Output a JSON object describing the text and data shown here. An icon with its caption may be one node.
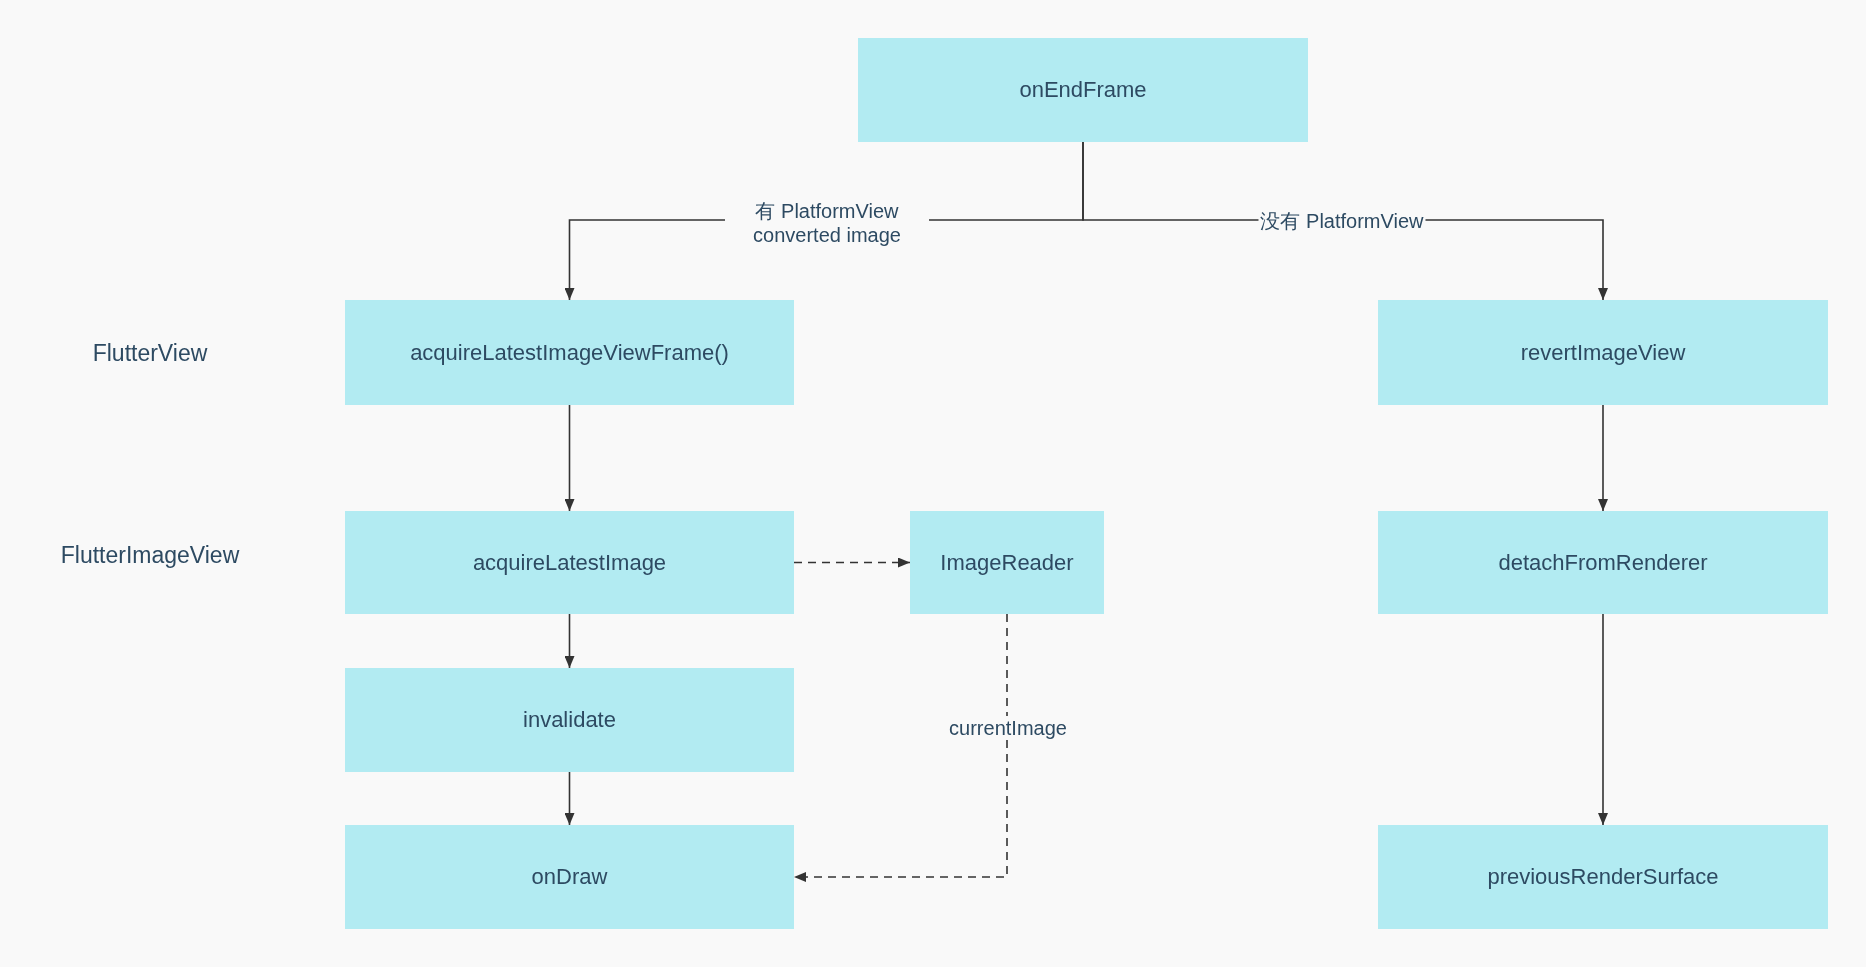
{
  "diagram": {
    "nodes": [
      {
        "text": [
          "onEndFrame"
        ]
      },
      {
        "text": [
          "acquireLatestImageViewFrame()"
        ]
      },
      {
        "text": [
          "revertImageView"
        ]
      },
      {
        "text": [
          "acquireLatestImage"
        ]
      },
      {
        "text": [
          "ImageReader"
        ]
      },
      {
        "text": [
          "detachFromRenderer"
        ]
      },
      {
        "text": [
          "invalidate"
        ]
      },
      {
        "text": [
          "onDraw"
        ]
      },
      {
        "text": [
          "previousRenderSurface"
        ]
      }
    ],
    "edges": [
      {
        "from": 0,
        "to": 1,
        "arrow": "to",
        "label": "有 PlatformView converted image"
      },
      {
        "from": 0,
        "to": 2,
        "arrow": "to",
        "label": "没有 PlatformView"
      },
      {
        "from": 1,
        "to": 3,
        "arrow": "to"
      },
      {
        "from": 2,
        "to": 5,
        "arrow": "to"
      },
      {
        "from": 3,
        "to": 4,
        "arrow": "to",
        "style": "dashed"
      },
      {
        "from": 3,
        "to": 6,
        "arrow": "to"
      },
      {
        "from": 6,
        "to": 7,
        "arrow": "to"
      },
      {
        "from": 4,
        "to": 7,
        "arrow": "to",
        "style": "dashed",
        "label": "currentImage"
      },
      {
        "from": 5,
        "to": 8,
        "arrow": "to"
      }
    ],
    "labels": [
      "FlutterView",
      "FlutterImageView"
    ]
  }
}
